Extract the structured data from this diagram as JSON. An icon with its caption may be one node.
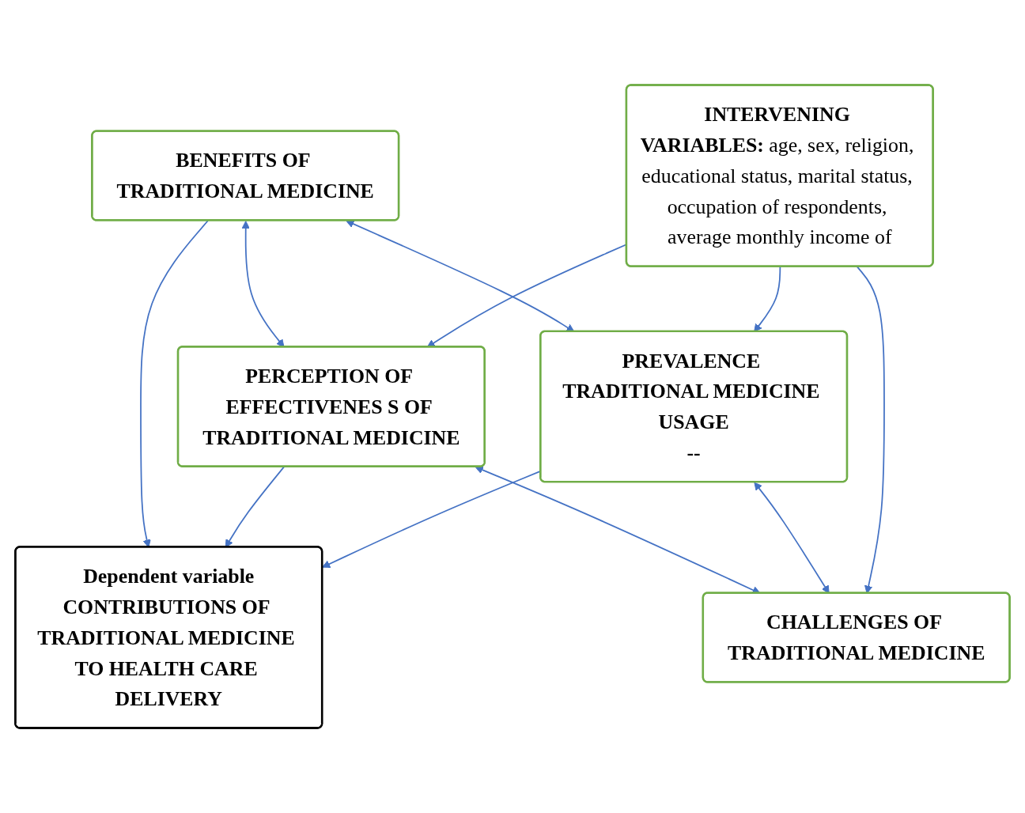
{
  "diagram": {
    "nodes": [
      {
        "text": [
          "BENEFITS OF TRADITIONAL MEDICINE"
        ]
      },
      {
        "text": [
          "PERCEPTION OF EFFECTIVENES S OF TRADITIONAL MEDICINE"
        ]
      },
      {
        "text": [
          "Dependent variable",
          "CONTRIBUTIONS OF TRADITIONAL MEDICINE TO HEALTH CARE DELIVERY"
        ]
      },
      {
        "text": [
          "PREVALENCE TRADITIONAL MEDICINE USAGE",
          "--"
        ]
      },
      {
        "text": [
          "CHALLENGES OF TRADITIONAL MEDICINE"
        ]
      },
      {
        "text": [
          "**INTERVENING VARIABLES:** age, sex, religion, educational status, marital status, occupation of respondents, average monthly income of"
        ]
      }
    ],
    "edges": [
      {
        "from": 0,
        "to": 1,
        "arrow": "both"
      },
      {
        "from": 0,
        "to": 2,
        "arrow": "to"
      },
      {
        "from": 0,
        "to": 3,
        "arrow": "both"
      },
      {
        "from": 1,
        "to": 2,
        "arrow": "to"
      },
      {
        "from": 3,
        "to": 2,
        "arrow": "to"
      },
      {
        "from": 1,
        "to": 4,
        "arrow": "both"
      },
      {
        "from": 3,
        "to": 4,
        "arrow": "both"
      },
      {
        "from": 5,
        "to": 1,
        "arrow": "to"
      },
      {
        "from": 5,
        "to": 4,
        "arrow": "to"
      },
      {
        "from": 5,
        "to": 3,
        "arrow": "to"
      }
    ]
  }
}
